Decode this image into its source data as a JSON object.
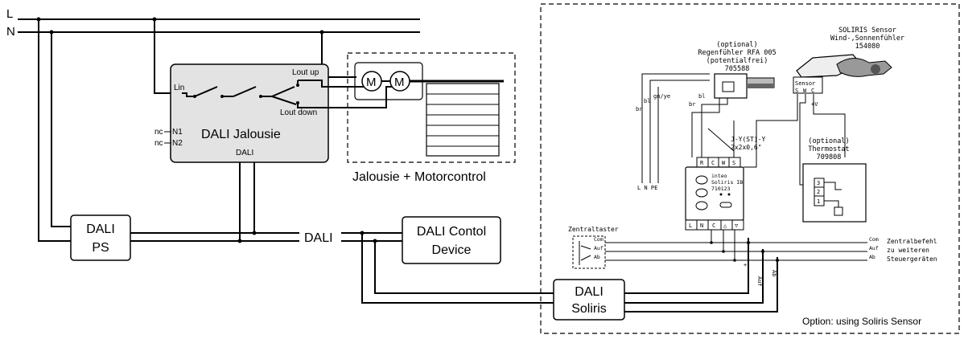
{
  "lines": {
    "l": "L",
    "n": "N"
  },
  "jalousie": {
    "title": "DALI Jalousie",
    "lin": "Lin",
    "lout_up": "Lout up",
    "lout_down": "Lout down",
    "n1": "N1",
    "n2": "N2",
    "nc1": "nc",
    "nc2": "nc",
    "dali": "DALI"
  },
  "motor": {
    "m1": "M",
    "m2": "M",
    "caption": "Jalousie + Motorcontrol"
  },
  "ps": {
    "line1": "DALI",
    "line2": "PS"
  },
  "bus_label": "DALI",
  "control": {
    "line1": "DALI Contol",
    "line2": "Device"
  },
  "soliris_box": {
    "line1": "DALI",
    "line2": "Soliris"
  },
  "option_note": "Option: using Soliris Sensor",
  "rain": {
    "l1": "(optional)",
    "l2": "Regenfühler RFA 005",
    "l3": "(potentialfrei)",
    "l4": "705588"
  },
  "sensor": {
    "l1": "SOLIRIS Sensor",
    "l2": "Wind-,Sonnenfühler",
    "l3": "154080",
    "label": "Sensor",
    "s": "S",
    "w": "W",
    "c": "C",
    "plus_v": "+V"
  },
  "thermostat": {
    "l1": "(optional)",
    "l2": "Thermostat",
    "l3": "709808",
    "t3": "3",
    "t2": "2",
    "t1": "1"
  },
  "cable": {
    "l1": "J-Y(ST)-Y",
    "l2": "2x2x0,6\""
  },
  "unit": {
    "l1": "inteo",
    "l2": "Soliris IB",
    "l3": "710123",
    "top_r": "R",
    "top_c": "C",
    "top_w": "W",
    "top_s": "S",
    "bot_l": "L",
    "bot_n": "N",
    "bot_c": "C",
    "bot_up": "△",
    "bot_dn": "▽"
  },
  "wires": {
    "br1": "br",
    "bl1": "bl",
    "gn_ye": "gn/ye",
    "br2": "br",
    "bl2": "bl",
    "lnpe": "L N PE"
  },
  "zentraltaster": {
    "title": "Zentraltaster",
    "com": "Com",
    "auf": "Auf",
    "ab": "Ab",
    "plus": "+",
    "auf_v": "Auf",
    "ab_v": "Ab"
  },
  "bus_right": {
    "com": "Com",
    "auf": "Auf",
    "ab": "Ab",
    "desc1": "Zentralbefehl",
    "desc2": "zu weiteren",
    "desc3": "Steuergeräten"
  }
}
